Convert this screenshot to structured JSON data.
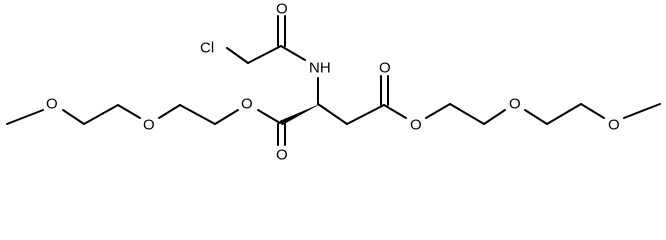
{
  "molecule": {
    "atoms": {
      "chlorine": "Cl",
      "amide_nitrogen": "NH",
      "amide_carbonyl_oxygen": "O",
      "left_ester_carbonyl_oxygen": "O",
      "left_ester_oxygen": "O",
      "right_ester_carbonyl_oxygen": "O",
      "right_ester_oxygen": "O",
      "left_ether_oxygen_inner": "O",
      "left_ether_oxygen_outer": "O",
      "right_ether_oxygen_inner": "O",
      "right_ether_oxygen_outer": "O"
    },
    "colors": {
      "bond": "#000000",
      "label": "#000000",
      "background": "#ffffff"
    }
  }
}
